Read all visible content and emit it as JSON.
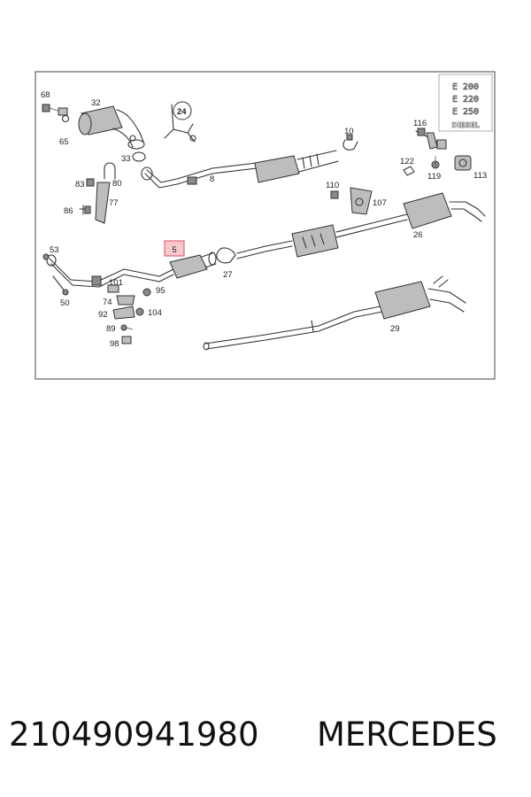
{
  "diagram": {
    "model_badges": [
      "E 200",
      "E 220",
      "E 250",
      "DIESEL"
    ],
    "labels": {
      "l68": "68",
      "l32": "32",
      "l65": "65",
      "l24": "24",
      "l33": "33",
      "l10": "10",
      "l116": "116",
      "l122": "122",
      "l119": "119",
      "l113": "113",
      "l83": "83",
      "l80": "80",
      "l77": "77",
      "l86": "86",
      "l8": "8",
      "l110": "110",
      "l107": "107",
      "l26": "26",
      "l53": "53",
      "l5": "5",
      "l27": "27",
      "l101": "101",
      "l95": "95",
      "l74": "74",
      "l50": "50",
      "l92": "92",
      "l104": "104",
      "l89": "89",
      "l98": "98",
      "l29": "29"
    },
    "highlighted_callout": "5"
  },
  "caption": {
    "part_number": "210490941980",
    "brand": "MERCEDES"
  },
  "colors": {
    "highlight_fill": "#f7c9cf",
    "highlight_border": "#d94a5a"
  }
}
